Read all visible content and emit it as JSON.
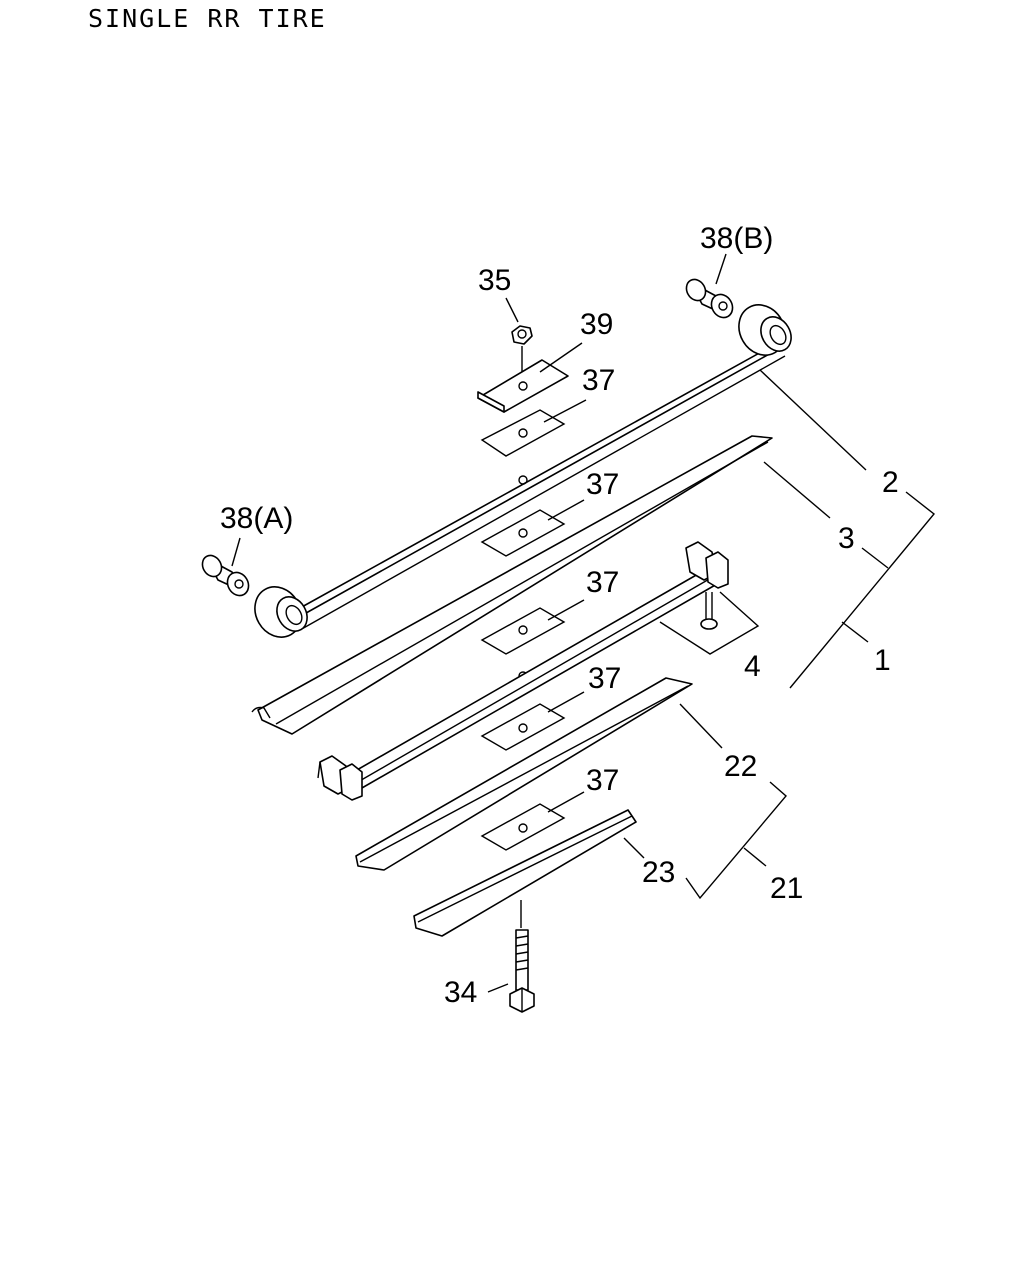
{
  "title": "SINGLE RR TIRE",
  "callouts": {
    "c38b": "38(B)",
    "c35": "35",
    "c39": "39",
    "c37a": "37",
    "c2": "2",
    "c37b": "37",
    "c38a": "38(A)",
    "c3": "3",
    "c37c": "37",
    "c1": "1",
    "c4": "4",
    "c37d": "37",
    "c22": "22",
    "c37e": "37",
    "c23": "23",
    "c21": "21",
    "c34": "34"
  }
}
